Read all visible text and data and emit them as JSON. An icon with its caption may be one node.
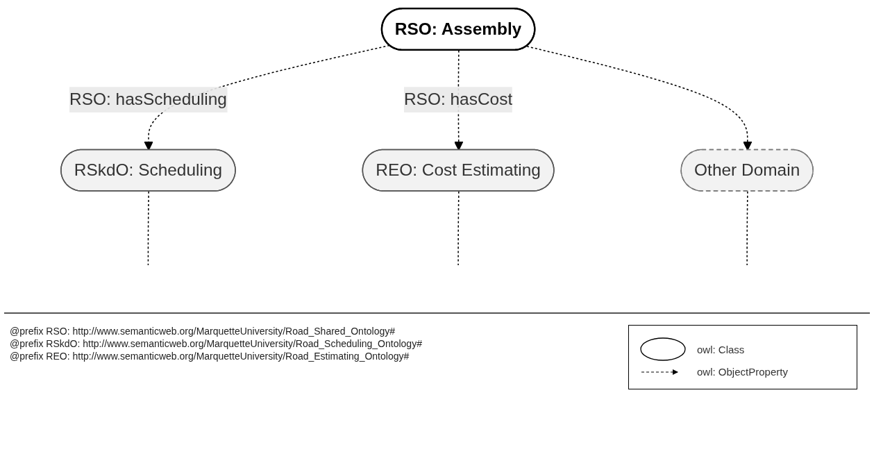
{
  "diagram": {
    "nodes": [
      {
        "text": [
          "RSO: Assembly"
        ]
      },
      {
        "text": [
          "RSkdO: Scheduling"
        ]
      },
      {
        "text": [
          "REO: Cost Estimating"
        ]
      },
      {
        "text": [
          "Other Domain"
        ]
      }
    ],
    "edges": [
      {
        "from": 0,
        "to": 1,
        "arrow": "to",
        "style": "dashed",
        "label": "RSO: hasScheduling"
      },
      {
        "from": 0,
        "to": 2,
        "arrow": "to",
        "style": "dashed",
        "label": "RSO: hasCost"
      },
      {
        "from": 0,
        "to": 3,
        "arrow": "to",
        "style": "dashed"
      },
      {
        "from": 1,
        "to": null,
        "arrow": "none",
        "style": "dashed"
      },
      {
        "from": 2,
        "to": null,
        "arrow": "none",
        "style": "dashed"
      },
      {
        "from": 3,
        "to": null,
        "arrow": "none",
        "style": "dashed"
      }
    ],
    "labels": [
      "@prefix RSO: http://www.semanticweb.org/MarquetteUniversity/Road_Shared_Ontology#",
      "@prefix RSkdO: http://www.semanticweb.org/MarquetteUniversity/Road_Scheduling_Ontology#",
      "@prefix REO: http://www.semanticweb.org/MarquetteUniversity/Road_Estimating_Ontology#"
    ],
    "legend": [
      {
        "text": "owl: Class"
      },
      {
        "text": "owl: ObjectProperty"
      }
    ]
  }
}
